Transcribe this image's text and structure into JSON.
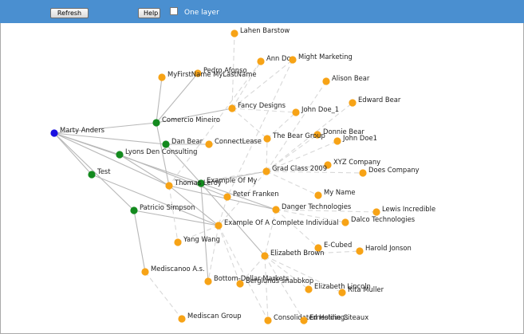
{
  "toolbar": {
    "refresh_label": "Refresh",
    "help_label": "Help",
    "one_layer_label": "One layer",
    "one_layer_checked": false
  },
  "colors": {
    "toolbar_bg": "#4a8fd0",
    "center_node": "#1a10e0",
    "green_node": "#138a1e",
    "orange_node": "#f7a316",
    "solid_edge": "#b8b8b8",
    "dashed_edge": "#d8d8d8"
  },
  "graph": {
    "nodes": [
      {
        "id": "marty",
        "label": "Marty Anders",
        "kind": "center"
      },
      {
        "id": "comercio",
        "label": "Comercio Mineiro",
        "kind": "green"
      },
      {
        "id": "danbear",
        "label": "Dan Bear",
        "kind": "green"
      },
      {
        "id": "lyons",
        "label": "Lyons Den Consulting",
        "kind": "green"
      },
      {
        "id": "test",
        "label": "Test",
        "kind": "green"
      },
      {
        "id": "patricio",
        "label": "Patricio Simpson",
        "kind": "green"
      },
      {
        "id": "example",
        "label": "Example Of My",
        "kind": "green"
      },
      {
        "id": "lahen",
        "label": "Lahen Barstow",
        "kind": "orange"
      },
      {
        "id": "ann",
        "label": "Ann Doe",
        "kind": "orange"
      },
      {
        "id": "might",
        "label": "Might Marketing",
        "kind": "orange"
      },
      {
        "id": "pedro",
        "label": "Pedro Afonso",
        "kind": "orange"
      },
      {
        "id": "myfirst",
        "label": "MyFirstName MyLastName",
        "kind": "orange"
      },
      {
        "id": "alison",
        "label": "Alison Bear",
        "kind": "orange"
      },
      {
        "id": "edward",
        "label": "Edward Bear",
        "kind": "orange"
      },
      {
        "id": "fancy",
        "label": "Fancy Designs",
        "kind": "orange"
      },
      {
        "id": "johndoe1u",
        "label": "John Doe_1",
        "kind": "orange"
      },
      {
        "id": "donnie",
        "label": "Donnie Bear",
        "kind": "orange"
      },
      {
        "id": "beargroup",
        "label": "The Bear Group",
        "kind": "orange"
      },
      {
        "id": "johndoe1",
        "label": "John Doe1",
        "kind": "orange"
      },
      {
        "id": "connect",
        "label": "ConnectLease",
        "kind": "orange"
      },
      {
        "id": "xyz",
        "label": "XYZ Company",
        "kind": "orange"
      },
      {
        "id": "doescompany",
        "label": "Does Company",
        "kind": "orange"
      },
      {
        "id": "gradclass",
        "label": "Grad Class 2009",
        "kind": "orange"
      },
      {
        "id": "thomas",
        "label": "Thomas Leroy",
        "kind": "orange"
      },
      {
        "id": "peter",
        "label": "Peter Franken",
        "kind": "orange"
      },
      {
        "id": "myname",
        "label": "My Name",
        "kind": "orange"
      },
      {
        "id": "danger",
        "label": "Danger Technologies",
        "kind": "orange"
      },
      {
        "id": "lewis",
        "label": "Lewis Incredible",
        "kind": "orange"
      },
      {
        "id": "dalco",
        "label": "Dalco Technologies",
        "kind": "orange"
      },
      {
        "id": "examplecomplete",
        "label": "Example Of A Complete Individual",
        "kind": "orange"
      },
      {
        "id": "yang",
        "label": "Yang Wang",
        "kind": "orange"
      },
      {
        "id": "ecubed",
        "label": "E-Cubed",
        "kind": "orange"
      },
      {
        "id": "harold",
        "label": "Harold Jonson",
        "kind": "orange"
      },
      {
        "id": "elizabethbrown",
        "label": "Elizabeth Brown",
        "kind": "orange"
      },
      {
        "id": "mediscanoo",
        "label": "Mediscanoo A.s.",
        "kind": "orange"
      },
      {
        "id": "bottomdollar",
        "label": "Bottom-Dollar Markets",
        "kind": "orange"
      },
      {
        "id": "berglunds",
        "label": "Berglunds snabbkop",
        "kind": "orange"
      },
      {
        "id": "elizabethlincoln",
        "label": "Elizabeth Lincoln",
        "kind": "orange"
      },
      {
        "id": "ritamuller",
        "label": "Rita Muller",
        "kind": "orange"
      },
      {
        "id": "mediscangroup",
        "label": "Mediscan Group",
        "kind": "orange"
      },
      {
        "id": "consolidated",
        "label": "Consolidated Holdings",
        "kind": "orange"
      },
      {
        "id": "ernestine",
        "label": "Ernestine Citeaux",
        "kind": "orange"
      }
    ],
    "edges": [
      {
        "from": "marty",
        "to": "comercio",
        "style": "solid"
      },
      {
        "from": "marty",
        "to": "danbear",
        "style": "solid"
      },
      {
        "from": "marty",
        "to": "lyons",
        "style": "solid"
      },
      {
        "from": "marty",
        "to": "test",
        "style": "solid"
      },
      {
        "from": "marty",
        "to": "patricio",
        "style": "solid"
      },
      {
        "from": "marty",
        "to": "example",
        "style": "solid"
      },
      {
        "from": "marty",
        "to": "thomas",
        "style": "solid"
      },
      {
        "from": "comercio",
        "to": "myfirst",
        "style": "solid"
      },
      {
        "from": "comercio",
        "to": "pedro",
        "style": "solid"
      },
      {
        "from": "comercio",
        "to": "fancy",
        "style": "solid"
      },
      {
        "from": "comercio",
        "to": "thomas",
        "style": "solid"
      },
      {
        "from": "danbear",
        "to": "connect",
        "style": "solid"
      },
      {
        "from": "danbear",
        "to": "example",
        "style": "solid"
      },
      {
        "from": "lyons",
        "to": "thomas",
        "style": "solid"
      },
      {
        "from": "lyons",
        "to": "peter",
        "style": "solid"
      },
      {
        "from": "test",
        "to": "examplecomplete",
        "style": "solid"
      },
      {
        "from": "patricio",
        "to": "examplecomplete",
        "style": "solid"
      },
      {
        "from": "patricio",
        "to": "mediscanoo",
        "style": "solid"
      },
      {
        "from": "example",
        "to": "gradclass",
        "style": "solid"
      },
      {
        "from": "example",
        "to": "danger",
        "style": "solid"
      },
      {
        "from": "example",
        "to": "elizabethbrown",
        "style": "solid"
      },
      {
        "from": "example",
        "to": "bottomdollar",
        "style": "solid"
      },
      {
        "from": "thomas",
        "to": "danger",
        "style": "solid"
      },
      {
        "from": "thomas",
        "to": "examplecomplete",
        "style": "solid"
      },
      {
        "from": "fancy",
        "to": "lahen",
        "style": "dashed"
      },
      {
        "from": "fancy",
        "to": "ann",
        "style": "dashed"
      },
      {
        "from": "fancy",
        "to": "might",
        "style": "dashed"
      },
      {
        "from": "fancy",
        "to": "johndoe1u",
        "style": "dashed"
      },
      {
        "from": "fancy",
        "to": "beargroup",
        "style": "dashed"
      },
      {
        "from": "gradclass",
        "to": "alison",
        "style": "dashed"
      },
      {
        "from": "gradclass",
        "to": "edward",
        "style": "dashed"
      },
      {
        "from": "gradclass",
        "to": "donnie",
        "style": "dashed"
      },
      {
        "from": "gradclass",
        "to": "johndoe1",
        "style": "dashed"
      },
      {
        "from": "gradclass",
        "to": "xyz",
        "style": "dashed"
      },
      {
        "from": "gradclass",
        "to": "doescompany",
        "style": "dashed"
      },
      {
        "from": "gradclass",
        "to": "myname",
        "style": "dashed"
      },
      {
        "from": "gradclass",
        "to": "beargroup",
        "style": "dashed"
      },
      {
        "from": "gradclass",
        "to": "thomas",
        "style": "dashed"
      },
      {
        "from": "gradclass",
        "to": "examplecomplete",
        "style": "dashed"
      },
      {
        "from": "danger",
        "to": "lewis",
        "style": "dashed"
      },
      {
        "from": "danger",
        "to": "dalco",
        "style": "dashed"
      },
      {
        "from": "danger",
        "to": "ecubed",
        "style": "dashed"
      },
      {
        "from": "danger",
        "to": "elizabethbrown",
        "style": "dashed"
      },
      {
        "from": "elizabethbrown",
        "to": "harold",
        "style": "dashed"
      },
      {
        "from": "elizabethbrown",
        "to": "elizabethlincoln",
        "style": "dashed"
      },
      {
        "from": "elizabethbrown",
        "to": "ritamuller",
        "style": "dashed"
      },
      {
        "from": "elizabethbrown",
        "to": "berglunds",
        "style": "dashed"
      },
      {
        "from": "elizabethbrown",
        "to": "consolidated",
        "style": "dashed"
      },
      {
        "from": "elizabethbrown",
        "to": "ernestine",
        "style": "dashed"
      },
      {
        "from": "examplecomplete",
        "to": "yang",
        "style": "dashed"
      },
      {
        "from": "examplecomplete",
        "to": "bottomdollar",
        "style": "dashed"
      },
      {
        "from": "examplecomplete",
        "to": "berglunds",
        "style": "dashed"
      },
      {
        "from": "examplecomplete",
        "to": "consolidated",
        "style": "dashed"
      },
      {
        "from": "mediscanoo",
        "to": "mediscangroup",
        "style": "dashed"
      },
      {
        "from": "thomas",
        "to": "yang",
        "style": "dashed"
      },
      {
        "from": "peter",
        "to": "examplecomplete",
        "style": "dashed"
      },
      {
        "from": "connect",
        "to": "beargroup",
        "style": "dashed"
      },
      {
        "from": "beargroup",
        "to": "johndoe1u",
        "style": "dashed"
      },
      {
        "from": "ann",
        "to": "thomas",
        "style": "dashed"
      },
      {
        "from": "might",
        "to": "peter",
        "style": "dashed"
      }
    ]
  }
}
